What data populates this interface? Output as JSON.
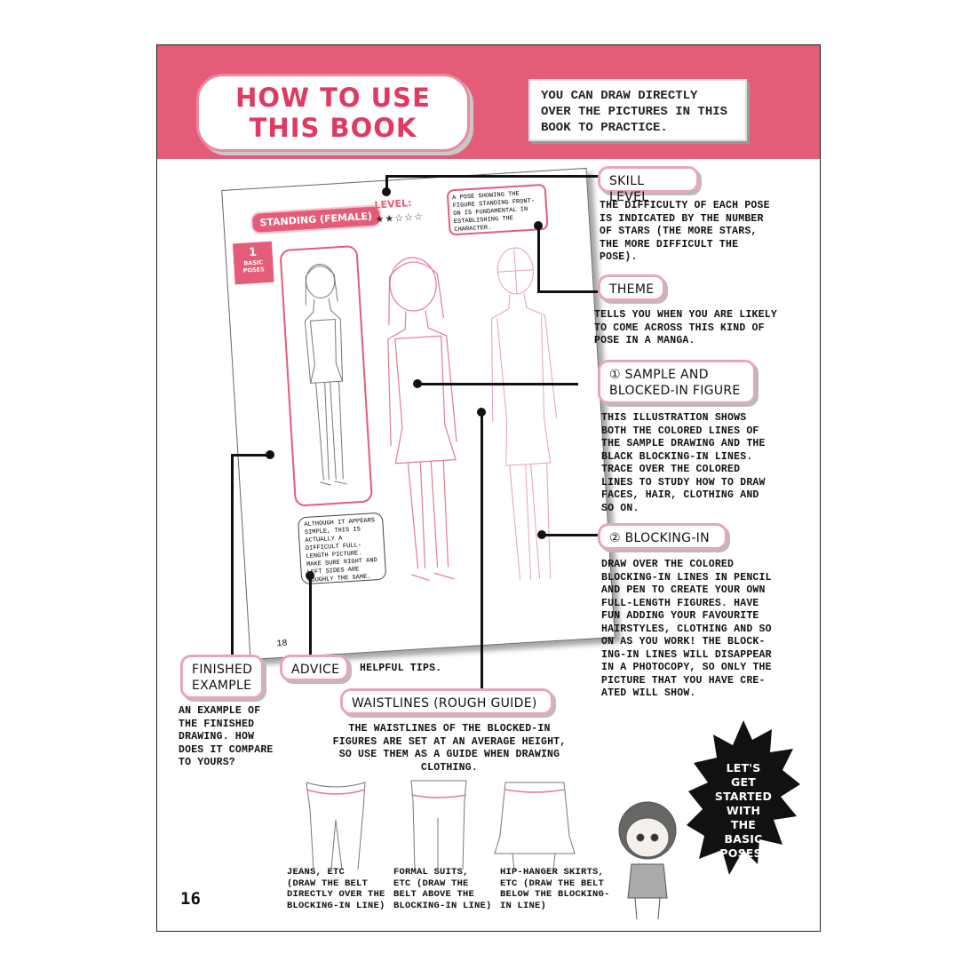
{
  "header": {
    "title": "HOW TO USE\nTHIS BOOK",
    "intro": "YOU CAN DRAW DIRECTLY OVER THE PICTURES IN THIS BOOK TO PRACTICE."
  },
  "sample_page": {
    "tag": "STANDING (FEMALE)",
    "level_label": "LEVEL:",
    "stars": "★★☆☆☆",
    "theme": "A POSE SHOWING THE FIGURE STANDING FRONT-ON IS FUNDAMENTAL IN ESTABLISHING THE CHARACTER.",
    "chapter_num": "1",
    "chapter_name": "BASIC POSES",
    "advice": "ALTHOUGH IT APPEARS SIMPLE, THIS IS ACTUALLY A DIFFICULT FULL-LENGTH PICTURE. MAKE SURE RIGHT AND LEFT SIDES ARE ROUGHLY THE SAME.",
    "page_number": "18"
  },
  "callouts": {
    "skill_level": {
      "label": "SKILL LEVEL",
      "text": "THE DIFFICULTY OF EACH POSE\nIS INDICATED BY THE NUMBER\nOF STARS (THE MORE STARS,\nTHE MORE DIFFICULT THE\nPOSE)."
    },
    "theme": {
      "label": "THEME",
      "text": "TELLS YOU WHEN YOU ARE LIKELY\nTO COME ACROSS THIS KIND OF\nPOSE IN A MANGA."
    },
    "sample": {
      "label": "① SAMPLE AND\nBLOCKED-IN FIGURE",
      "text": "THIS ILLUSTRATION SHOWS\nBOTH THE COLORED LINES OF\nTHE SAMPLE DRAWING AND THE\nBLACK BLOCKING-IN LINES.\nTRACE OVER THE COLORED\nLINES TO STUDY HOW TO DRAW\nFACES, HAIR, CLOTHING AND\nSO ON."
    },
    "blocking": {
      "label": "② BLOCKING-IN",
      "text": "DRAW OVER THE COLORED\nBLOCKING-IN LINES IN PENCIL\nAND PEN TO CREATE YOUR OWN\nFULL-LENGTH FIGURES. HAVE\nFUN ADDING YOUR FAVOURITE\nHAIRSTYLES, CLOTHING AND SO\nON AS YOU WORK! THE BLOCK-\nING-IN LINES WILL DISAPPEAR\nIN A PHOTOCOPY, SO ONLY THE\nPICTURE THAT YOU HAVE CRE-\nATED WILL SHOW."
    },
    "finished": {
      "label": "FINISHED\nEXAMPLE",
      "text": "AN EXAMPLE OF\nTHE FINISHED\nDRAWING. HOW\nDOES IT COMPARE\nTO YOURS?"
    },
    "advice": {
      "label": "ADVICE",
      "text": "HELPFUL TIPS."
    },
    "waistlines": {
      "label": "WAISTLINES (ROUGH GUIDE)",
      "text": "THE WAISTLINES OF THE BLOCKED-IN\nFIGURES ARE SET AT AN AVERAGE HEIGHT,\nSO USE THEM AS A GUIDE WHEN DRAWING\nCLOTHING."
    }
  },
  "waist_examples": [
    {
      "caption": "JEANS, ETC\n(DRAW THE BELT\nDIRECTLY OVER THE\nBLOCKING-IN LINE)"
    },
    {
      "caption": "FORMAL SUITS,\nETC (DRAW THE\nBELT ABOVE THE\nBLOCKING-IN LINE)"
    },
    {
      "caption": "HIP-HANGER SKIRTS,\nETC (DRAW THE BELT\nBELOW THE BLOCKING-\nIN LINE)"
    }
  ],
  "burst_text": "LET'S\nGET\nSTARTED\nWITH\nTHE\nBASIC\nPOSES!",
  "page_number": "16",
  "colors": {
    "header_pink": "#e45c78",
    "title_text": "#e03a62",
    "pill_border": "#e9a7b5"
  }
}
